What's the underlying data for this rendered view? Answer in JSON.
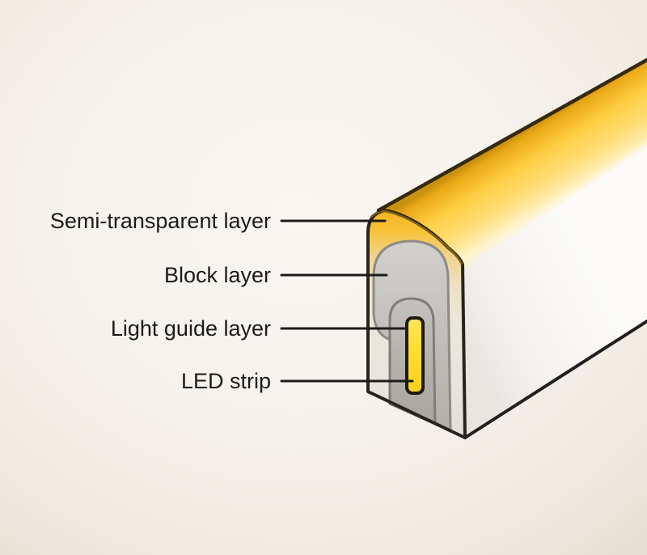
{
  "diagram": {
    "subject": "led-neon-strip-cross-section"
  },
  "labels": [
    {
      "text": "Semi-transparent layer"
    },
    {
      "text": "Block layer"
    },
    {
      "text": "Light guide layer"
    },
    {
      "text": "LED strip"
    }
  ],
  "colors": {
    "background_center": "#f9f6f2",
    "background_edge": "#e6dfd3",
    "label_text": "#1b1b1b",
    "leader_line": "#1c1c1c",
    "outline_dark": "#29241b",
    "outline_warm": "#35290f",
    "top_amber_deep": "#c9900e",
    "top_yellow_bright": "#ffcf45",
    "top_yellow_pale": "#fff3cc",
    "face_ring_yellow": "#f8c136",
    "face_ring_fade": "#e8e5df",
    "side_face_shade": "#e8e5e1",
    "side_face_light": "#fbfaf9",
    "block_layer_gray": "#c1beba",
    "block_layer_outline": "#8d8b86",
    "light_guide_gray": "#b5b2ae",
    "light_guide_outline": "#7f7d78",
    "led_yellow": "#ffdd2e",
    "led_border": "#201a0c",
    "glow_line": "#fff4cf",
    "arc_amber": "#8a670f"
  }
}
